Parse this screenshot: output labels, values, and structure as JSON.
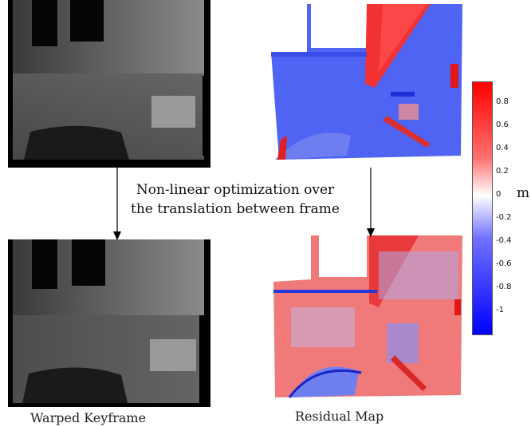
{
  "annotation": {
    "line1": "Non-linear optimization over",
    "line2": "the translation between frame"
  },
  "captions": {
    "bottom_left": "Warped Keyframe",
    "bottom_right": "Residual Map"
  },
  "colorbar": {
    "unit": "m",
    "ticks": [
      "0.8",
      "0.6",
      "0.4",
      "0.2",
      "0",
      "-0.2",
      "-0.4",
      "-0.6",
      "-0.8",
      "-1"
    ],
    "colors": {
      "high": "#ff0000",
      "mid": "#ffffff",
      "low": "#0000ff"
    }
  }
}
